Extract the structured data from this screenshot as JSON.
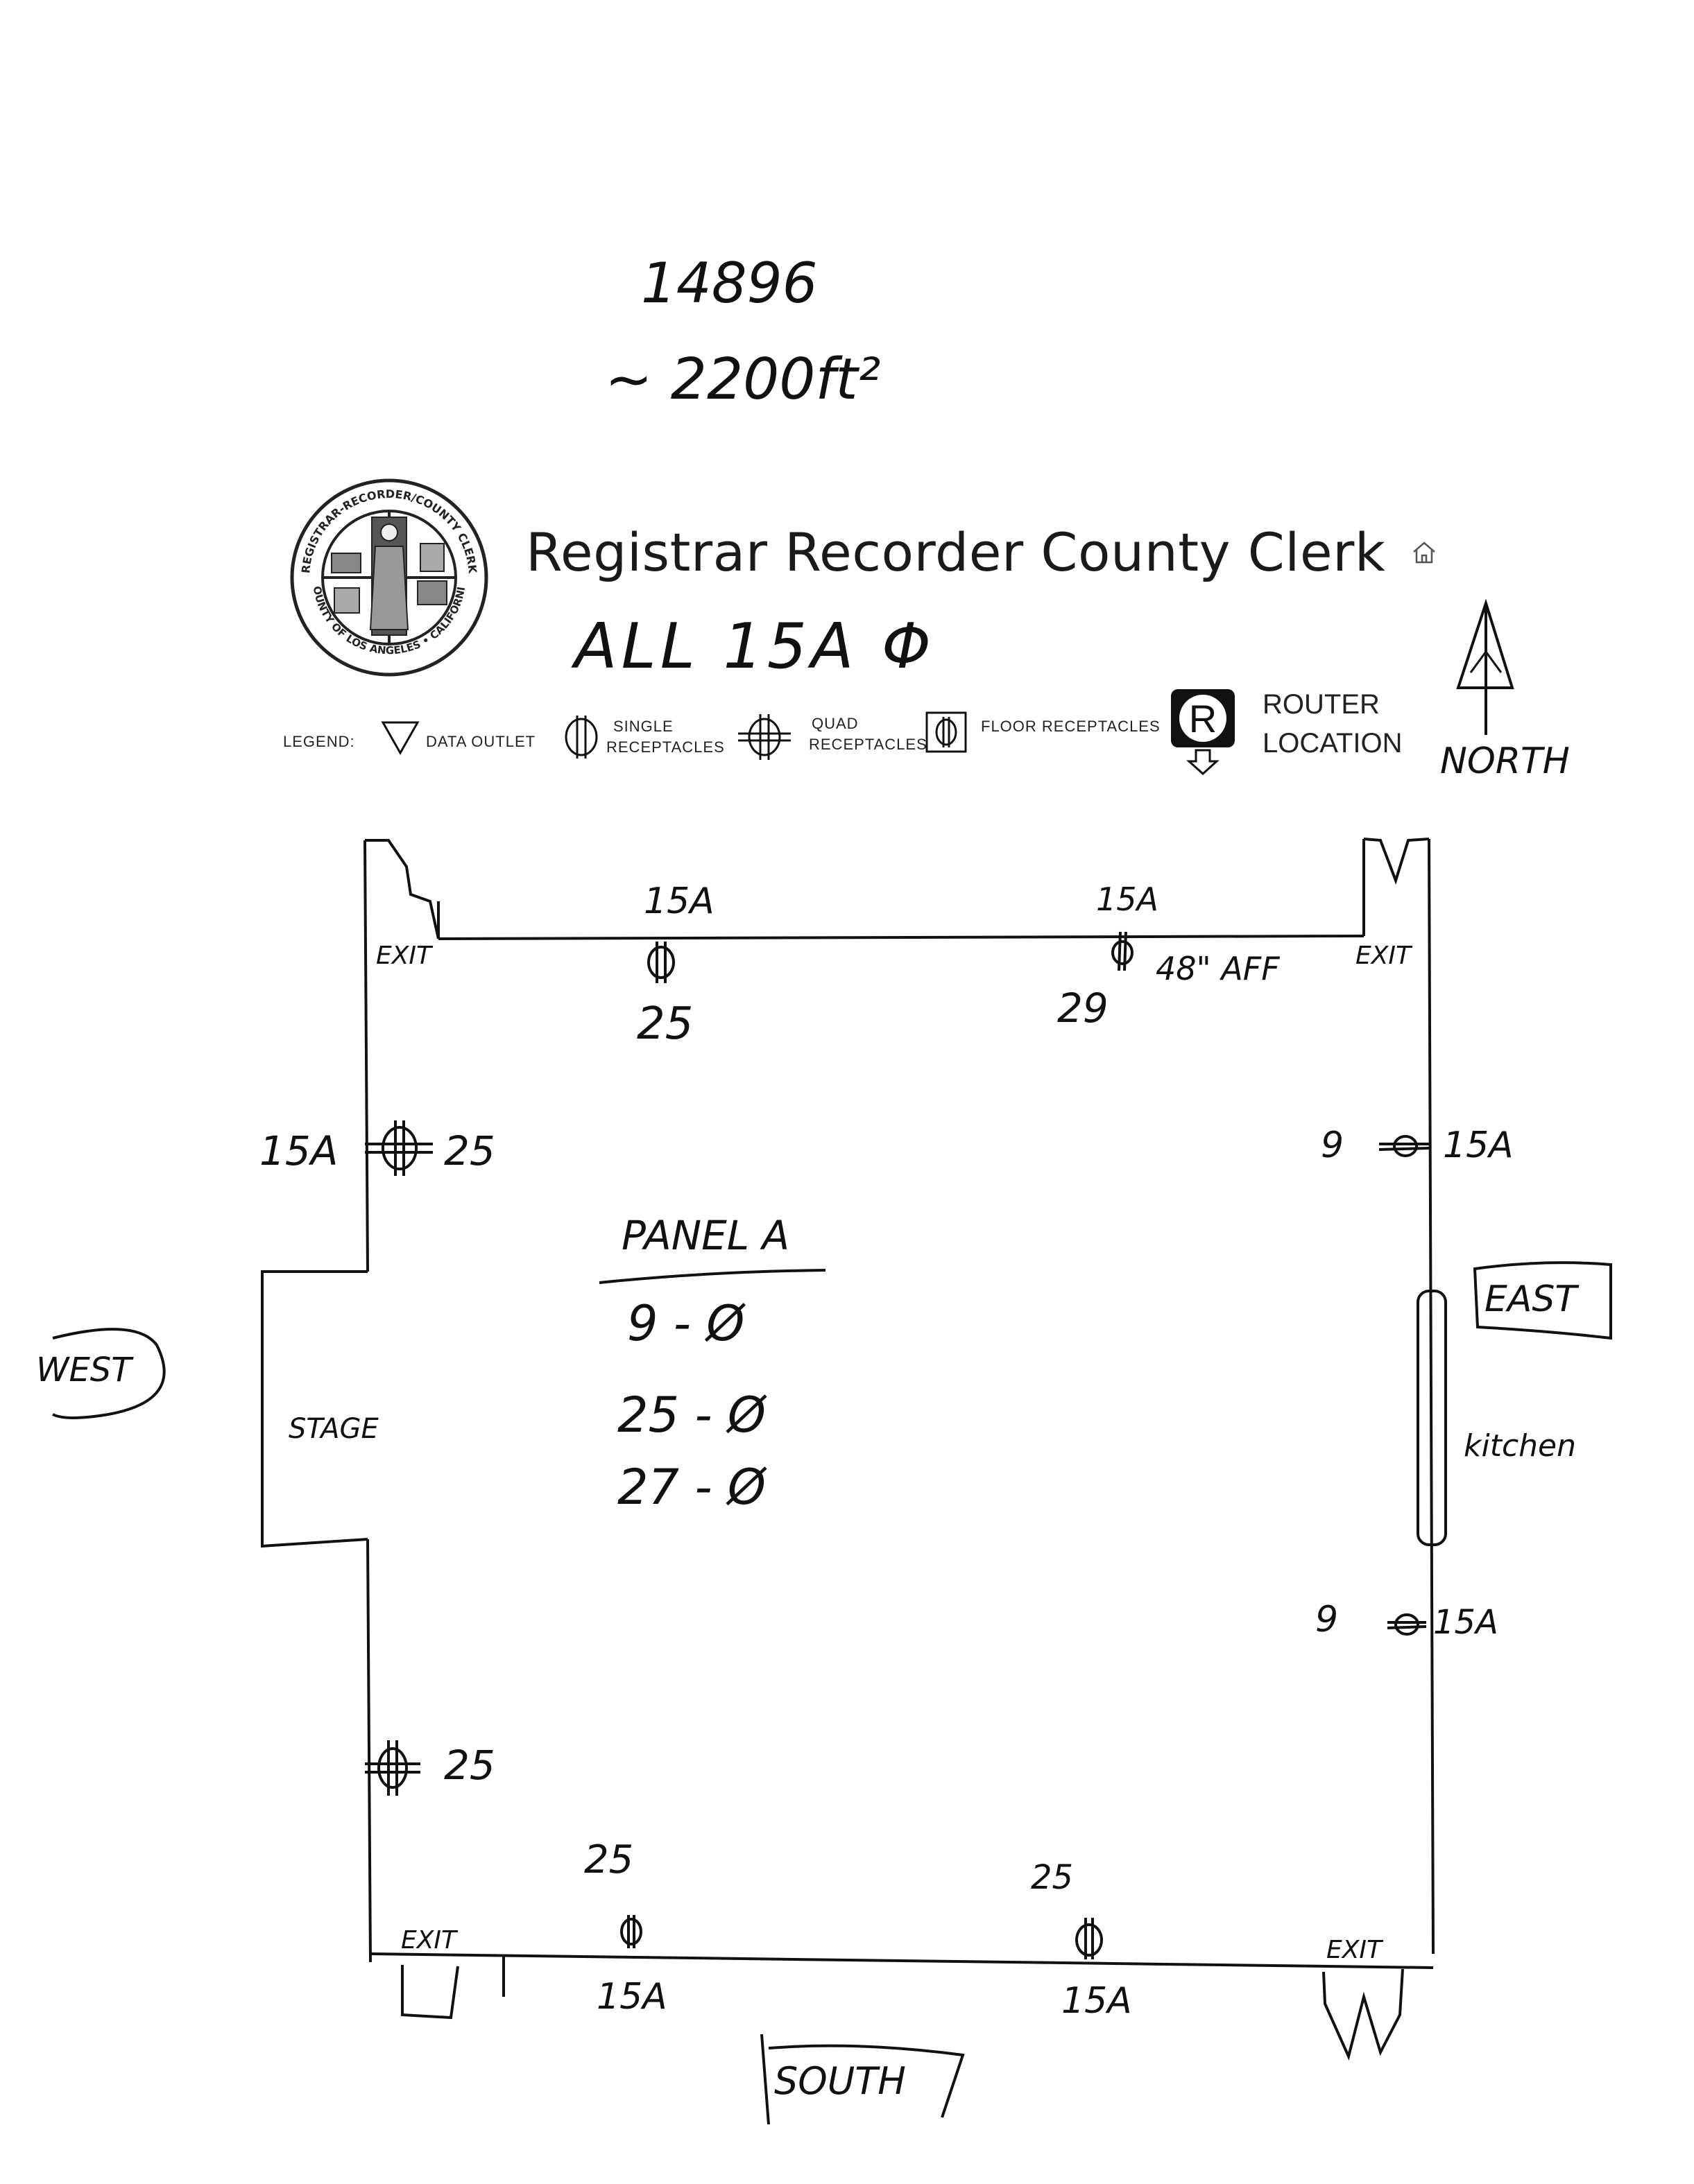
{
  "header": {
    "handwritten_number": "14896",
    "handwritten_area": "~ 2200ft²",
    "title": "Registrar Recorder County Clerk",
    "handwritten_note": "ALL 15A Φ"
  },
  "seal": {
    "top_text": "REGISTRAR-RECORDER/COUNTY CLERK",
    "bottom_text": "COUNTY OF LOS ANGELES • CALIFORNIA"
  },
  "legend": {
    "label": "LEGEND:",
    "items": [
      {
        "icon": "triangle-icon",
        "label": "DATA OUTLET"
      },
      {
        "icon": "single-receptacle-icon",
        "label_line1": "SINGLE",
        "label_line2": "RECEPTACLES"
      },
      {
        "icon": "quad-receptacle-icon",
        "label_line1": "QUAD",
        "label_line2": "RECEPTACLES"
      },
      {
        "icon": "floor-receptacle-icon",
        "label": "FLOOR RECEPTACLES"
      }
    ],
    "router": {
      "symbol": "R",
      "line1": "ROUTER",
      "line2": "LOCATION"
    }
  },
  "compass": {
    "north": "NORTH",
    "east": "EAST",
    "west": "WEST",
    "south": "SOUTH"
  },
  "room": {
    "exits": [
      "EXIT",
      "EXIT",
      "EXIT",
      "EXIT"
    ],
    "stage": "STAGE",
    "kitchen": "kitchen"
  },
  "panel": {
    "title": "PANEL A",
    "rows": [
      "9 - Ø",
      "25 - Ø",
      "27 - Ø"
    ]
  },
  "outlets": {
    "north_left_amp": "15A",
    "north_left_circuit": "25",
    "north_right_amp": "15A",
    "north_right_circuit": "29",
    "north_right_note": "48\" AFF",
    "west_upper_amp": "15A",
    "west_upper_circuit": "25",
    "west_lower_circuit": "25",
    "east_upper_circuit": "9",
    "east_upper_amp": "15A",
    "east_lower_circuit": "9",
    "east_lower_amp": "15A",
    "south_left_circuit": "25",
    "south_left_amp": "15A",
    "south_right_circuit": "25",
    "south_right_amp": "15A"
  }
}
